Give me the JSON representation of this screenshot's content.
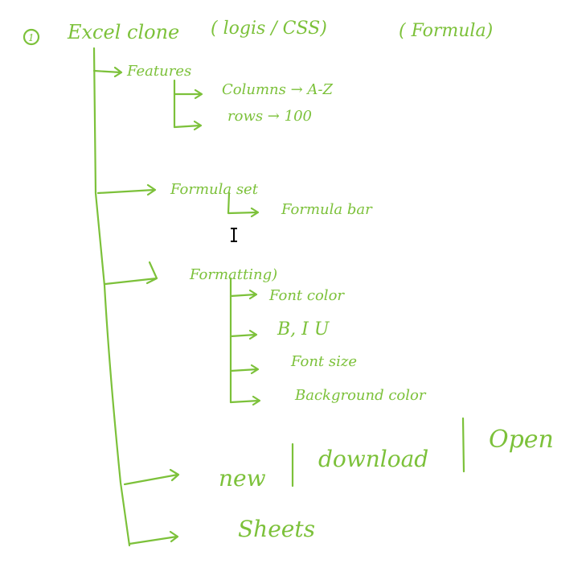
{
  "ink_color": "#7cc13a",
  "cursor_icon": "text-i-beam-icon",
  "notes": {
    "number": "1",
    "title": "Excel clone",
    "title_paren": "( logis / CSS)",
    "title_paren2": "( Formula)",
    "features": "Features",
    "columns": "Columns → A-Z",
    "rows": "rows → 100",
    "formula_set": "Formula set",
    "formula_bar": "Formula bar",
    "formatting": "Formatting)",
    "font_color": "Font color",
    "biu": "B, I U",
    "font_size": "Font size",
    "background_color": "Background color",
    "new": "new",
    "download": "download",
    "open": "Open",
    "sheets": "Sheets"
  }
}
